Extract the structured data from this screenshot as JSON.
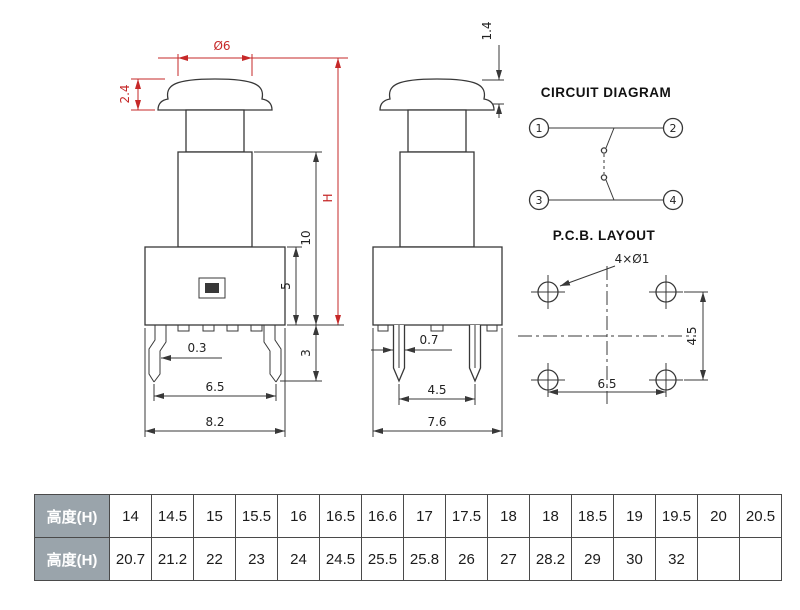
{
  "drawing": {
    "front_view": {
      "cap_diameter": "Ø6",
      "cap_height": "2.4",
      "total_height": "H",
      "upper_height": "10",
      "body_height": "5",
      "pin_length": "3",
      "pin_thickness": "0.3",
      "pin_pitch": "6.5",
      "body_width": "8.2"
    },
    "side_view": {
      "cap_lip": "1.4",
      "pin_width": "0.7",
      "pin_pitch": "4.5",
      "body_depth": "7.6"
    },
    "circuit": {
      "title": "CIRCUIT DIAGRAM",
      "terminals": [
        "1",
        "2",
        "3",
        "4"
      ]
    },
    "pcb": {
      "title": "P.C.B. LAYOUT",
      "holes": "4×Ø1",
      "row_pitch": "4.5",
      "col_pitch": "6.5"
    }
  },
  "table": {
    "header1": "高度(H)",
    "header2": "高度(H)",
    "row1": [
      "14",
      "14.5",
      "15",
      "15.5",
      "16",
      "16.5",
      "16.6",
      "17",
      "17.5",
      "18",
      "18",
      "18.5",
      "19",
      "19.5",
      "20",
      "20.5"
    ],
    "row2": [
      "20.7",
      "21.2",
      "22",
      "23",
      "24",
      "24.5",
      "25.5",
      "25.8",
      "26",
      "27",
      "28.2",
      "29",
      "30",
      "32",
      "",
      ""
    ]
  },
  "colors": {
    "dimension_red": "#c62828",
    "drawing_line": "#383838",
    "table_header_bg": "#9aa4ab",
    "table_border": "#4a4a4a"
  }
}
